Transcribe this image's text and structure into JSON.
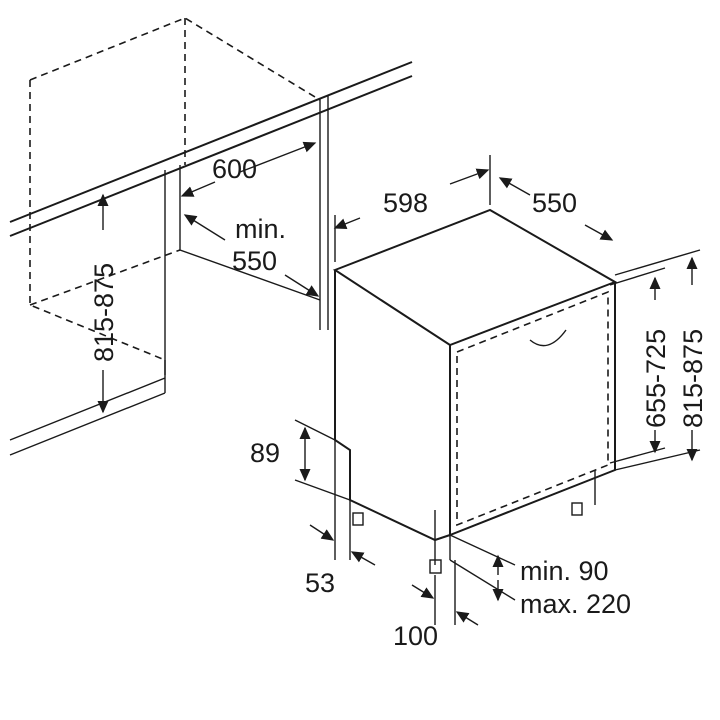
{
  "labels": {
    "cabinet_width": "600",
    "cabinet_depth_min": "min.",
    "cabinet_depth_value": "550",
    "cabinet_height": "815-875",
    "appliance_width": "598",
    "appliance_depth": "550",
    "door_height": "655-725",
    "appliance_height": "815-875",
    "plinth_height": "89",
    "plinth_setback": "53",
    "foot_offset": "100",
    "plinth_min": "min. 90",
    "plinth_max": "max. 220"
  }
}
